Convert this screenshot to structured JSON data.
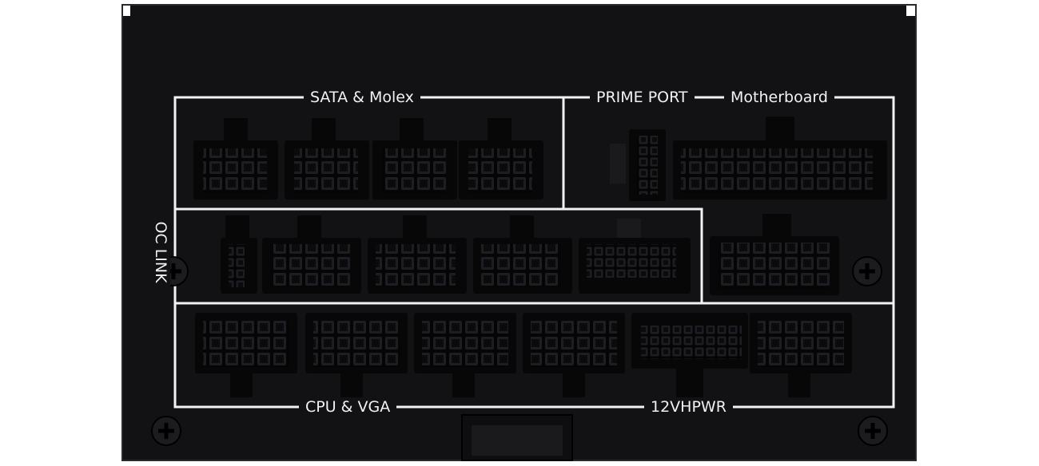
{
  "labels": {
    "sata_molex": "SATA & Molex",
    "prime_port": "PRIME PORT",
    "motherboard": "Motherboard",
    "oc_link": "OC LINK",
    "cpu_vga": "CPU & VGA",
    "hpwr": "12VHPWR"
  },
  "colors": {
    "panel": "#121214",
    "connector": "#070708",
    "outline": "#f2f2f2",
    "background": "#ffffff"
  }
}
